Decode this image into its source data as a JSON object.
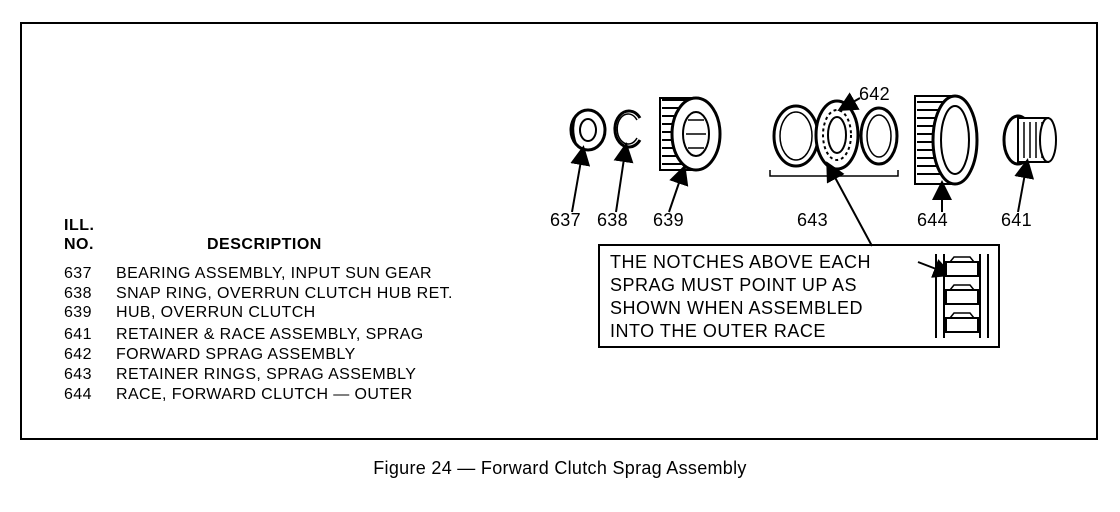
{
  "legend": {
    "header_ill": "ILL.",
    "header_no": "NO.",
    "header_description": "DESCRIPTION",
    "items": [
      {
        "number": "637",
        "description": "BEARING ASSEMBLY, INPUT SUN GEAR"
      },
      {
        "number": "638",
        "description": "SNAP RING, OVERRUN CLUTCH HUB RET."
      },
      {
        "number": "639",
        "description": "HUB, OVERRUN CLUTCH"
      },
      {
        "number": "641",
        "description": "RETAINER & RACE ASSEMBLY, SPRAG"
      },
      {
        "number": "642",
        "description": "FORWARD SPRAG ASSEMBLY"
      },
      {
        "number": "643",
        "description": "RETAINER RINGS, SPRAG ASSEMBLY"
      },
      {
        "number": "644",
        "description": "RACE, FORWARD CLUTCH — OUTER"
      }
    ]
  },
  "callouts": [
    "637",
    "638",
    "639",
    "642",
    "643",
    "644",
    "641"
  ],
  "note": {
    "lines": [
      "THE NOTCHES ABOVE EACH",
      "SPRAG MUST POINT UP AS",
      "SHOWN WHEN ASSEMBLED",
      "INTO THE OUTER RACE"
    ]
  },
  "caption": "Figure 24 — Forward Clutch Sprag Assembly"
}
